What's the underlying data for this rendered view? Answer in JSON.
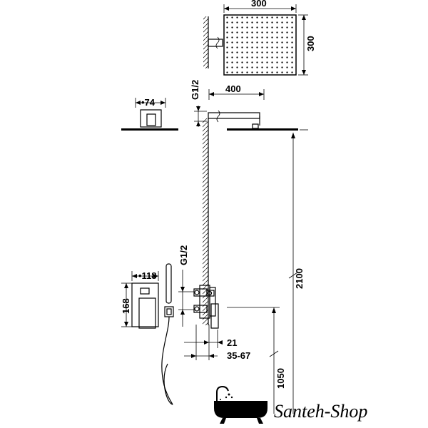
{
  "dimensions": {
    "shower_width": "300",
    "shower_height": "300",
    "arm_length": "400",
    "thread_top": "G1/2",
    "side_width": "74",
    "total_height": "2100",
    "thread_mixer": "G1/2",
    "mixer_width": "118",
    "mixer_height": "168",
    "wall_depth_min": "21",
    "wall_depth_range": "35-67",
    "mixer_height_floor": "1050"
  },
  "logo": {
    "text": "Santeh-Shop"
  }
}
